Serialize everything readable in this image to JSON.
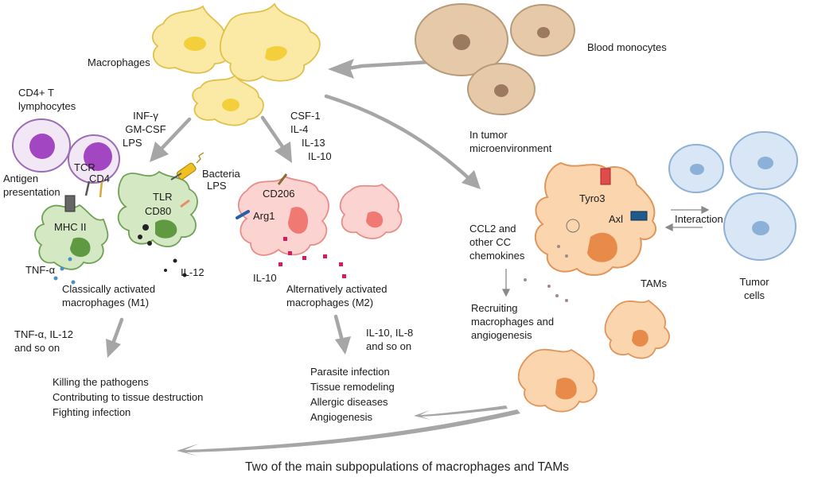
{
  "colors": {
    "macrophage_fill": "#fbe9a6",
    "macrophage_stroke": "#e0c14b",
    "macrophage_nucleus": "#f3cf3c",
    "monocyte_fill": "#e6c9a8",
    "monocyte_stroke": "#b79a78",
    "monocyte_nucleus": "#9b7a5f",
    "m1_fill": "#d4e9c3",
    "m1_stroke": "#6fa156",
    "m1_nucleus": "#5f9a43",
    "m2_fill": "#fbd3d0",
    "m2_stroke": "#e88d88",
    "m2_nucleus": "#f07a73",
    "tam_fill": "#fbd5ad",
    "tam_stroke": "#e0955a",
    "tam_nucleus": "#e88a4a",
    "tumor_fill": "#d8e6f5",
    "tumor_stroke": "#8fb1d6",
    "tumor_nucleus": "#8db0d8",
    "tcell_fill": "#f2e8f5",
    "tcell_stroke": "#9b6db5",
    "tcell_nucleus": "#a346c2",
    "cytokine": "#d81b60",
    "arrow_gray": "#a6a6a6"
  },
  "labels": {
    "macrophages": "Macrophages",
    "blood_monocytes": "Blood monocytes",
    "cd4_t": [
      "CD4+ T",
      "lymphocytes"
    ],
    "m1_stimuli": [
      "INF-γ",
      "GM-CSF",
      "LPS"
    ],
    "m2_stimuli": [
      "CSF-1",
      "IL-4",
      "IL-13",
      "IL-10"
    ],
    "tumor_micro": [
      "In tumor",
      "microenvironment"
    ],
    "antigen_presentation": [
      "Antigen",
      "presentation"
    ],
    "tcr": "TCR",
    "cd4": "CD4",
    "mhc": "MHC II",
    "tlr": "TLR",
    "cd80": "CD80",
    "bacteria": "Bacteria",
    "lps": "LPS",
    "cd206": "CD206",
    "arg1": "Arg1",
    "tnf": "TNF-α",
    "il12": "IL-12",
    "il10": "IL-10",
    "m1_name": [
      "Classically activated",
      "macrophages (M1)"
    ],
    "m2_name": [
      "Alternatively activated",
      "macrophages (M2)"
    ],
    "m1_secreted": [
      "TNF-α, IL-12",
      "and so on"
    ],
    "m2_secreted": [
      "IL-10, IL-8",
      "and so on"
    ],
    "m1_functions": [
      "Killing the pathogens",
      "Contributing to tissue destruction",
      "Fighting infection"
    ],
    "m2_functions": [
      "Parasite infection",
      "Tissue remodeling",
      "Allergic diseases",
      "Angiogenesis"
    ],
    "tyro3": "Tyro3",
    "axl": "Axl",
    "interaction": "Interaction",
    "tumor_cells": [
      "Tumor",
      "cells"
    ],
    "chemokines": [
      "CCL2 and",
      "other CC",
      "chemokines"
    ],
    "recruiting": [
      "Recruiting",
      "macrophages and",
      "angiogenesis"
    ],
    "tams": "TAMs"
  },
  "caption": "Two of the main subpopulations of macrophages and TAMs"
}
